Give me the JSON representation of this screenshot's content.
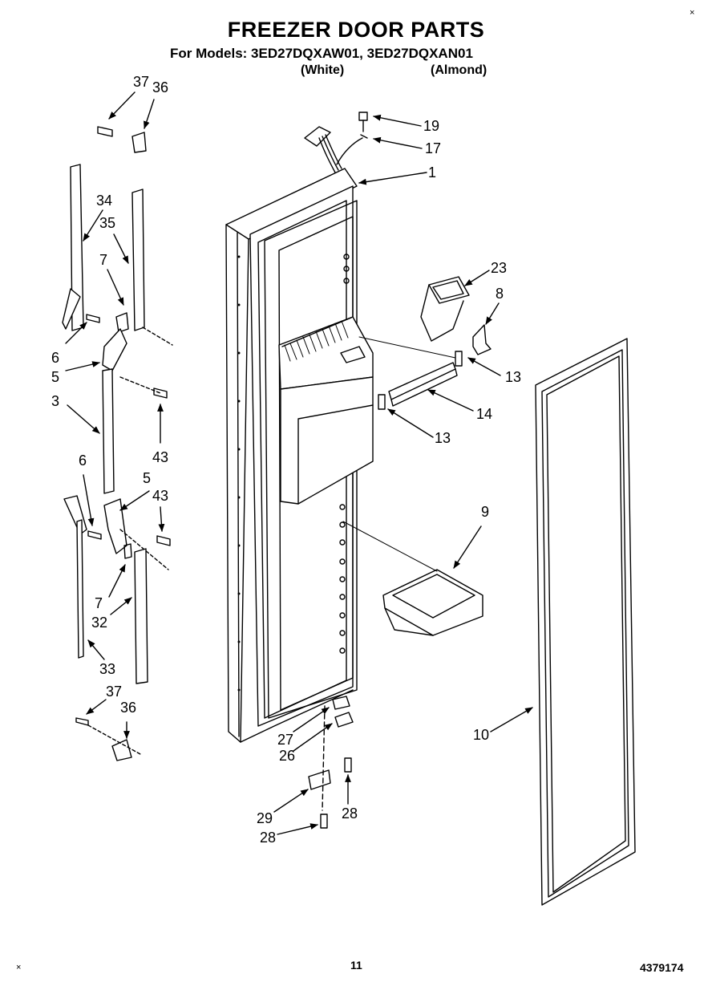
{
  "header": {
    "title": "FREEZER DOOR PARTS",
    "models_line": "For Models: 3ED27DQXAW01, 3ED27DQXAN01",
    "color_white": "(White)",
    "color_almond": "(Almond)"
  },
  "footer": {
    "page_number": "11",
    "doc_number": "4379174",
    "corner_mark_top": "×",
    "corner_mark_bottom": "×"
  },
  "part_labels": [
    "37",
    "36",
    "34",
    "35",
    "7",
    "6",
    "5",
    "3",
    "43",
    "6",
    "43",
    "5",
    "7",
    "32",
    "33",
    "37",
    "36",
    "19",
    "17",
    "1",
    "23",
    "8",
    "13",
    "14",
    "13",
    "9",
    "10",
    "27",
    "26",
    "29",
    "28",
    "28"
  ]
}
